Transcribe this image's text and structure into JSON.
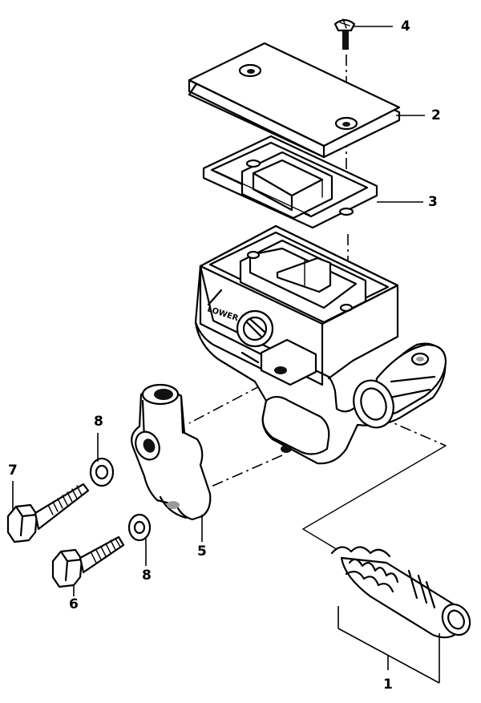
{
  "diagram": {
    "callouts": [
      {
        "id": "c1",
        "label": "1"
      },
      {
        "id": "c2",
        "label": "2"
      },
      {
        "id": "c3",
        "label": "3"
      },
      {
        "id": "c4",
        "label": "4"
      },
      {
        "id": "c5",
        "label": "5"
      },
      {
        "id": "c6",
        "label": "6"
      },
      {
        "id": "c7",
        "label": "7"
      },
      {
        "id": "c8a",
        "label": "8"
      },
      {
        "id": "c8b",
        "label": "8"
      }
    ],
    "body_marking": "LOWER",
    "colors": {
      "ink": "#000000",
      "paper": "#ffffff"
    }
  }
}
